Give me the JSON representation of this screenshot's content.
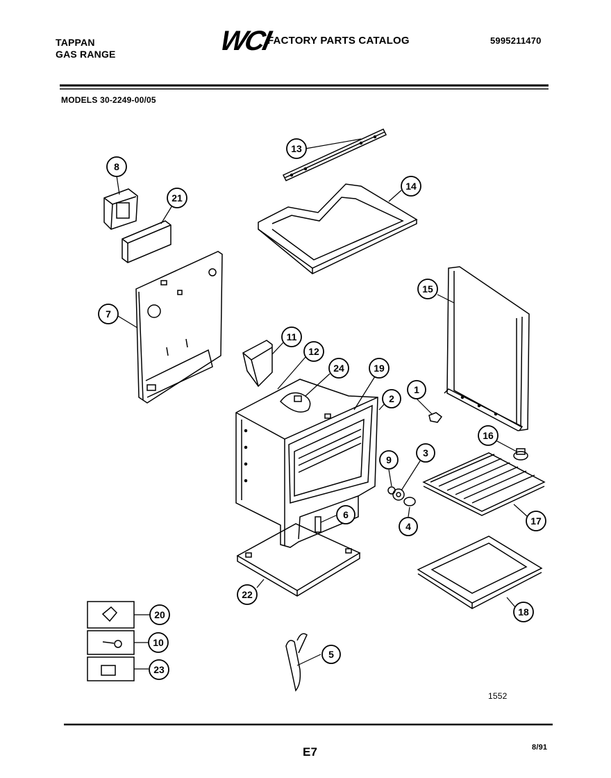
{
  "header": {
    "brand_line1": "TAPPAN",
    "brand_line2": "GAS RANGE",
    "logo_text": "WCI",
    "catalog_title": "FACTORY PARTS CATALOG",
    "catalog_number": "5995211470",
    "models": "MODELS 30-2249-00/05"
  },
  "footer": {
    "figure_number": "1552",
    "page_code": "E7",
    "date_code": "8/91"
  },
  "callouts": [
    "1",
    "2",
    "3",
    "4",
    "5",
    "6",
    "7",
    "8",
    "9",
    "10",
    "11",
    "12",
    "13",
    "14",
    "15",
    "16",
    "17",
    "18",
    "19",
    "20",
    "21",
    "22",
    "23",
    "24"
  ]
}
